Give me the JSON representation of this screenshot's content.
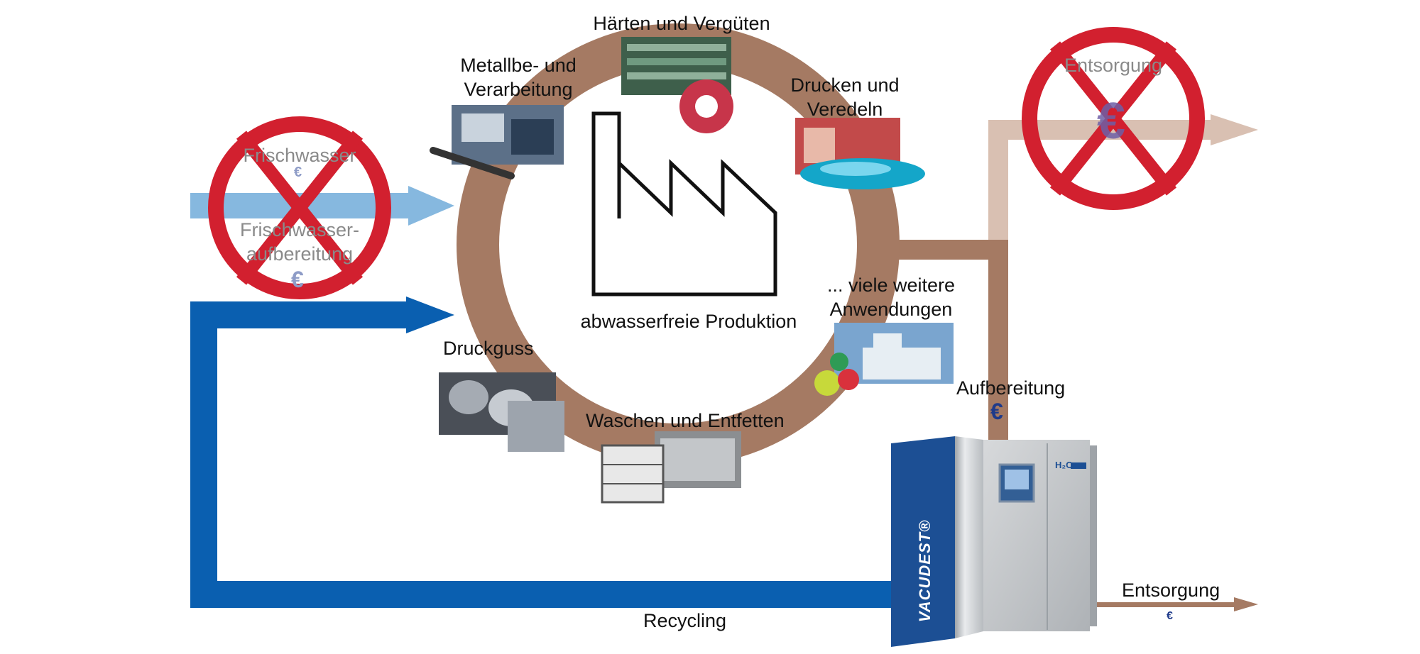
{
  "center_label": "abwasserfreie Produktion",
  "processes": {
    "haerten": "Härten und Vergüten",
    "metall_line1": "Metallbe- und",
    "metall_line2": "Verarbeitung",
    "drucken_line1": "Drucken und",
    "drucken_line2": "Veredeln",
    "viele_line1": "... viele weitere",
    "viele_line2": "Anwendungen",
    "druckguss": "Druckguss",
    "waschen": "Waschen und Entfetten"
  },
  "frischwasser": {
    "label": "Frischwasser",
    "euro": "€",
    "treatment_line1": "Frischwasser-",
    "treatment_line2": "aufbereitung",
    "treatment_euro": "€"
  },
  "entsorgung_top": {
    "label": "Entsorgung",
    "euro": "€"
  },
  "aufbereitung": {
    "label": "Aufbereitung",
    "euro": "€"
  },
  "entsorgung_bottom": {
    "label": "Entsorgung",
    "euro": "€"
  },
  "recycling": {
    "label": "Recycling"
  },
  "machine": {
    "brand": "VACUDEST®",
    "panel_label": "H₂O"
  },
  "colors": {
    "ring": "#a57a63",
    "recycling_blue": "#0a5fb0",
    "fresh_water_blue": "#86b8df",
    "disposal_light": "#d9c0b2",
    "prohibition_red": "#d2202f",
    "euro_blue": "#1f3a8a",
    "machine_blue": "#1c4f94"
  }
}
